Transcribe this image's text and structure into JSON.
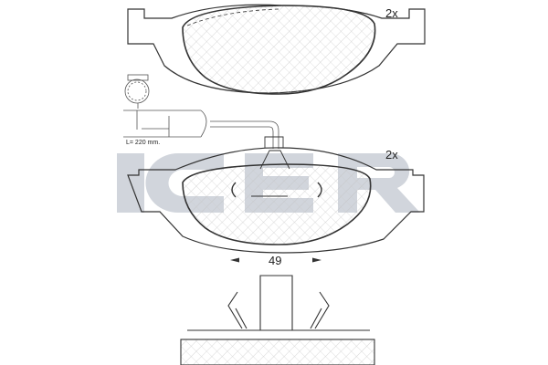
{
  "watermark": {
    "text": "ICER",
    "color": "#c9ced6"
  },
  "top_pad": {
    "quantity": "2x"
  },
  "bottom_pad": {
    "quantity": "2x"
  },
  "sensor": {
    "length_label": "L= 220 mm."
  },
  "dimension": {
    "width_label": "49"
  }
}
